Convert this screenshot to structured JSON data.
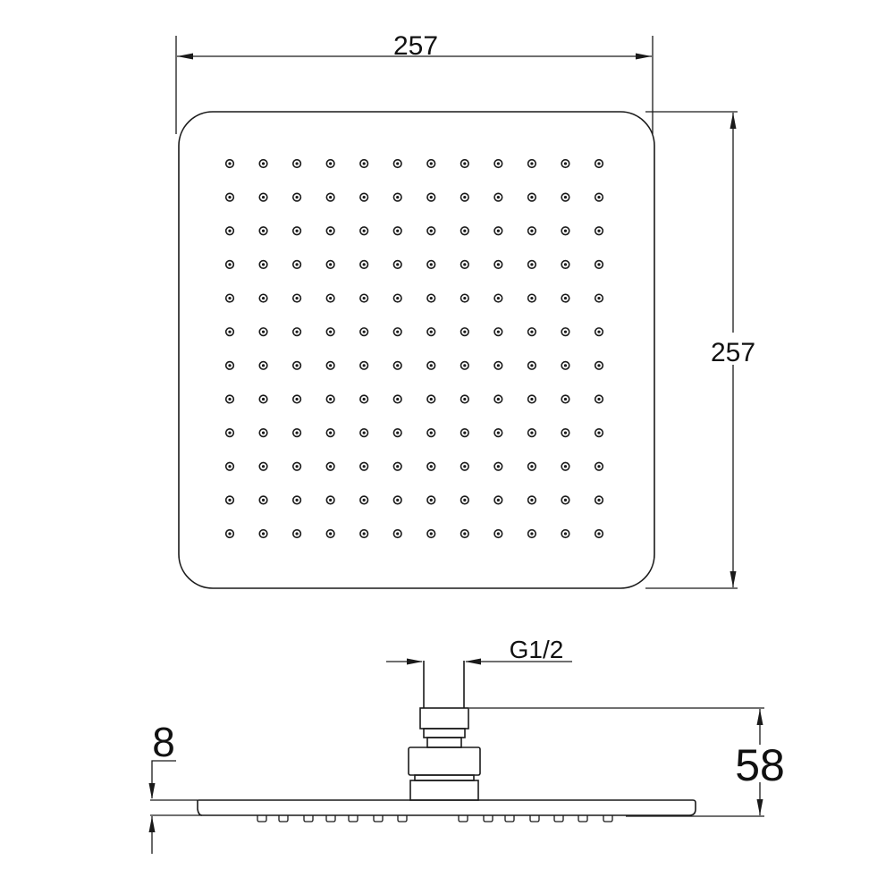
{
  "drawing": {
    "title": "Square shower head technical drawing",
    "colors": {
      "line": "#1a1a1a",
      "background": "#ffffff"
    }
  },
  "top_view": {
    "width_dim": "257",
    "height_dim": "257",
    "nozzle_rows": 12,
    "nozzle_cols": 12
  },
  "side_view": {
    "thread_dim": "G1/2",
    "thickness_dim": "8",
    "total_height_dim": "58"
  }
}
